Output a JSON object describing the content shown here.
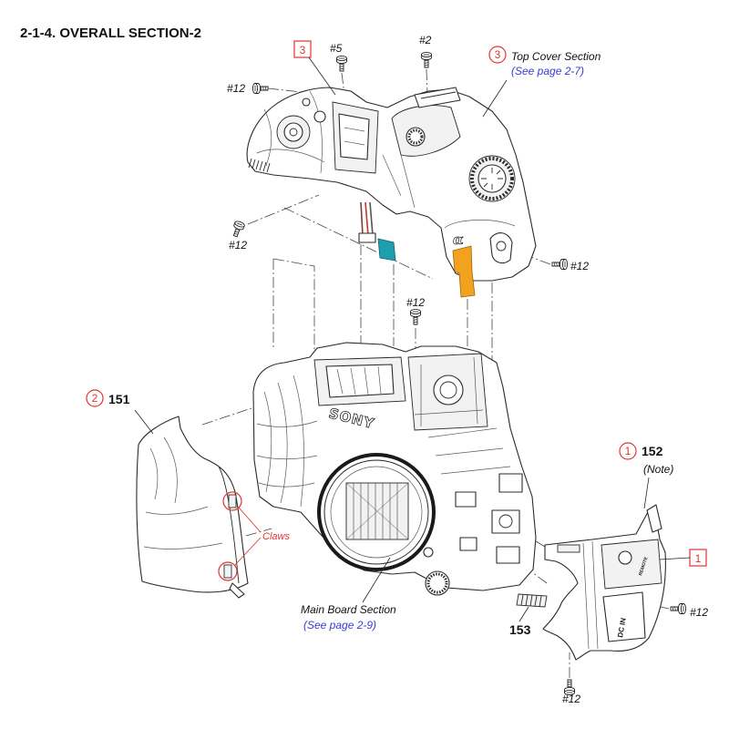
{
  "title": "2-1-4. OVERALL SECTION-2",
  "top_cover": {
    "ref_box": "3",
    "callout_number": "3",
    "label": "Top Cover Section",
    "page_ref": "(See page 2-7)"
  },
  "main_board": {
    "label": "Main Board Section",
    "page_ref": "(See page 2-9)"
  },
  "grip_cover": {
    "callout_number": "2",
    "part_number": "151",
    "claws_label": "Claws"
  },
  "side_cover": {
    "callout_number": "1",
    "part_number": "152",
    "note": "(Note)",
    "ref_box": "1"
  },
  "small_part": {
    "part_number": "153"
  },
  "screws": [
    {
      "label": "#5"
    },
    {
      "label": "#2"
    },
    {
      "label": "#12"
    },
    {
      "label": "#12"
    },
    {
      "label": "#12"
    },
    {
      "label": "#12"
    },
    {
      "label": "#12"
    },
    {
      "label": "#12"
    }
  ],
  "drawing_lettering": {
    "brand": "SONY",
    "dc_in": "DC IN",
    "remote": "REMOTE",
    "alpha": "α"
  },
  "colors": {
    "callout_red": "#e3342f",
    "page_link_blue": "#3a3ad1",
    "flex_teal": "#1e9fb0",
    "flex_orange": "#f2a21c",
    "line_art": "#2a2a2a"
  }
}
